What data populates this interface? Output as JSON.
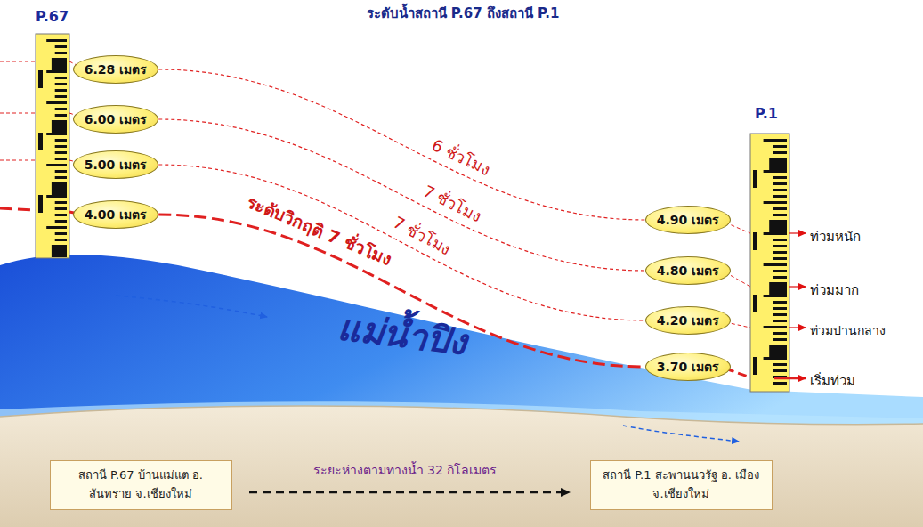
{
  "diagram": {
    "title": "ระดับน้ำสถานี P.67 ถึงสถานี P.1",
    "nodes": [
      {
        "text": [
          "6.28 เมตร"
        ]
      },
      {
        "text": [
          "6.00 เมตร"
        ]
      },
      {
        "text": [
          "5.00 เมตร"
        ]
      },
      {
        "text": [
          "4.00 เมตร"
        ]
      },
      {
        "text": [
          "4.90 เมตร"
        ]
      },
      {
        "text": [
          "4.80 เมตร"
        ]
      },
      {
        "text": [
          "4.20 เมตร"
        ]
      },
      {
        "text": [
          "3.70 เมตร"
        ]
      },
      {
        "text": [
          "สถานี P.67 บ้านแม่แต อ. สันทราย จ.เชียงใหม่"
        ]
      },
      {
        "text": [
          "สถานี P.1 สะพานนวรัฐ อ. เมือง จ.เชียงใหม่"
        ]
      }
    ],
    "edges": [
      {
        "from": 0,
        "to": 4,
        "arrow": "none",
        "label": "6 ชั่วโมง"
      },
      {
        "from": 1,
        "to": 5,
        "arrow": "none",
        "label": "7 ชั่วโมง"
      },
      {
        "from": 2,
        "to": 6,
        "arrow": "none",
        "label": "7 ชั่วโมง"
      },
      {
        "from": 3,
        "to": 7,
        "arrow": "none",
        "label": "ระดับวิกฤติ 7 ชั่วโมง"
      }
    ],
    "labels": [
      "P.67",
      "P.1",
      "ท่วมหนัก",
      "ท่วมมาก",
      "ท่วมปานกลาง",
      "เริ่มท่วม",
      "แม่น้ำปิง",
      "ระยะห่างตามทางน้ำ 32 กิโลเมตร"
    ]
  }
}
